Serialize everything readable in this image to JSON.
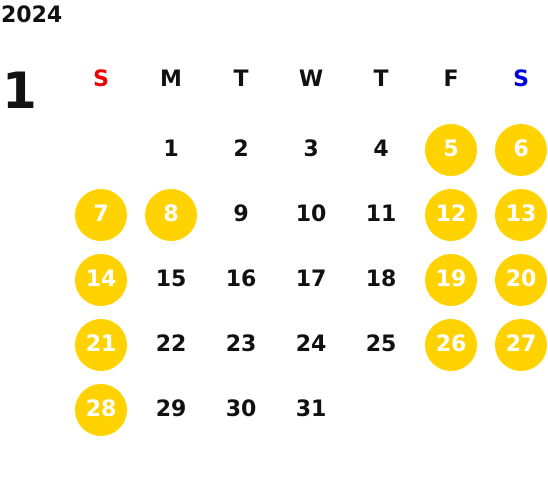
{
  "calendar": {
    "year": "2024",
    "month": "1",
    "weekdays": [
      {
        "label": "S",
        "color": "#ee0000"
      },
      {
        "label": "M",
        "color": "#111111"
      },
      {
        "label": "T",
        "color": "#111111"
      },
      {
        "label": "W",
        "color": "#111111"
      },
      {
        "label": "T",
        "color": "#111111"
      },
      {
        "label": "F",
        "color": "#111111"
      },
      {
        "label": "S",
        "color": "#0000dd"
      }
    ],
    "highlight_color": "#ffd200",
    "first_day_column": 1,
    "days": [
      {
        "label": "1",
        "highlighted": false
      },
      {
        "label": "2",
        "highlighted": false
      },
      {
        "label": "3",
        "highlighted": false
      },
      {
        "label": "4",
        "highlighted": false
      },
      {
        "label": "5",
        "highlighted": true
      },
      {
        "label": "6",
        "highlighted": true
      },
      {
        "label": "7",
        "highlighted": true
      },
      {
        "label": "8",
        "highlighted": true
      },
      {
        "label": "9",
        "highlighted": false
      },
      {
        "label": "10",
        "highlighted": false
      },
      {
        "label": "11",
        "highlighted": false
      },
      {
        "label": "12",
        "highlighted": true
      },
      {
        "label": "13",
        "highlighted": true
      },
      {
        "label": "14",
        "highlighted": true
      },
      {
        "label": "15",
        "highlighted": false
      },
      {
        "label": "16",
        "highlighted": false
      },
      {
        "label": "17",
        "highlighted": false
      },
      {
        "label": "18",
        "highlighted": false
      },
      {
        "label": "19",
        "highlighted": true
      },
      {
        "label": "20",
        "highlighted": true
      },
      {
        "label": "21",
        "highlighted": true
      },
      {
        "label": "22",
        "highlighted": false
      },
      {
        "label": "23",
        "highlighted": false
      },
      {
        "label": "24",
        "highlighted": false
      },
      {
        "label": "25",
        "highlighted": false
      },
      {
        "label": "26",
        "highlighted": true
      },
      {
        "label": "27",
        "highlighted": true
      },
      {
        "label": "28",
        "highlighted": true
      },
      {
        "label": "29",
        "highlighted": false
      },
      {
        "label": "30",
        "highlighted": false
      },
      {
        "label": "31",
        "highlighted": false
      }
    ]
  }
}
